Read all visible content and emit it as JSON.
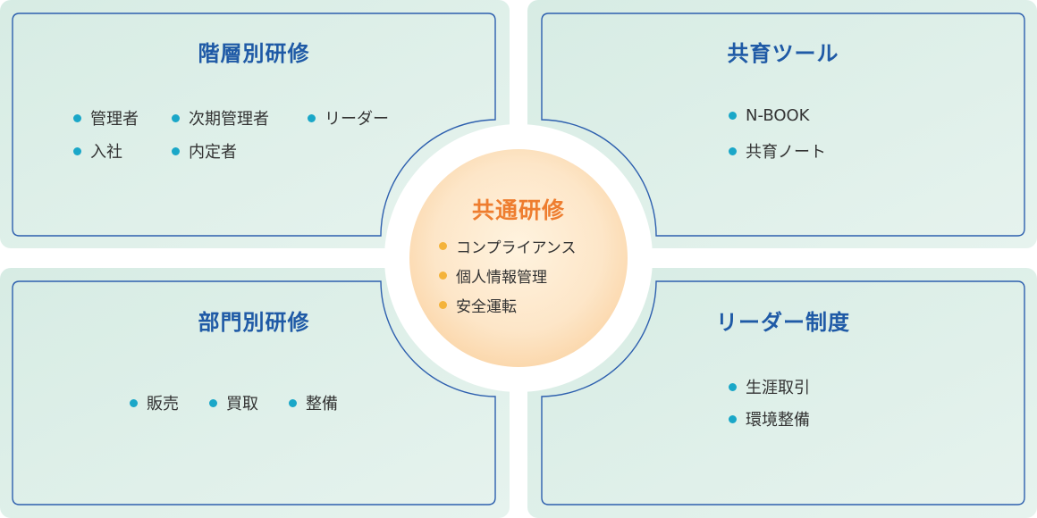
{
  "quadrants": {
    "top_left": {
      "title": "階層別研修",
      "items": [
        "管理者",
        "次期管理者",
        "リーダー",
        "入社",
        "内定者"
      ]
    },
    "top_right": {
      "title": "共育ツール",
      "items": [
        "N-BOOK",
        "共育ノート"
      ]
    },
    "bottom_left": {
      "title": "部門別研修",
      "items": [
        "販売",
        "買取",
        "整備"
      ]
    },
    "bottom_right": {
      "title": "リーダー制度",
      "items": [
        "生涯取引",
        "環境整備"
      ]
    }
  },
  "center": {
    "title": "共通研修",
    "items": [
      "コンプライアンス",
      "個人情報管理",
      "安全運転"
    ]
  },
  "colors": {
    "title_blue": "#1f5aa6",
    "outline_blue": "#2d5fae",
    "bullet_teal": "#1aa7c8",
    "center_orange": "#ee7d2f",
    "center_bullet": "#f4b33a",
    "panel_mint": "#dff0ea"
  }
}
